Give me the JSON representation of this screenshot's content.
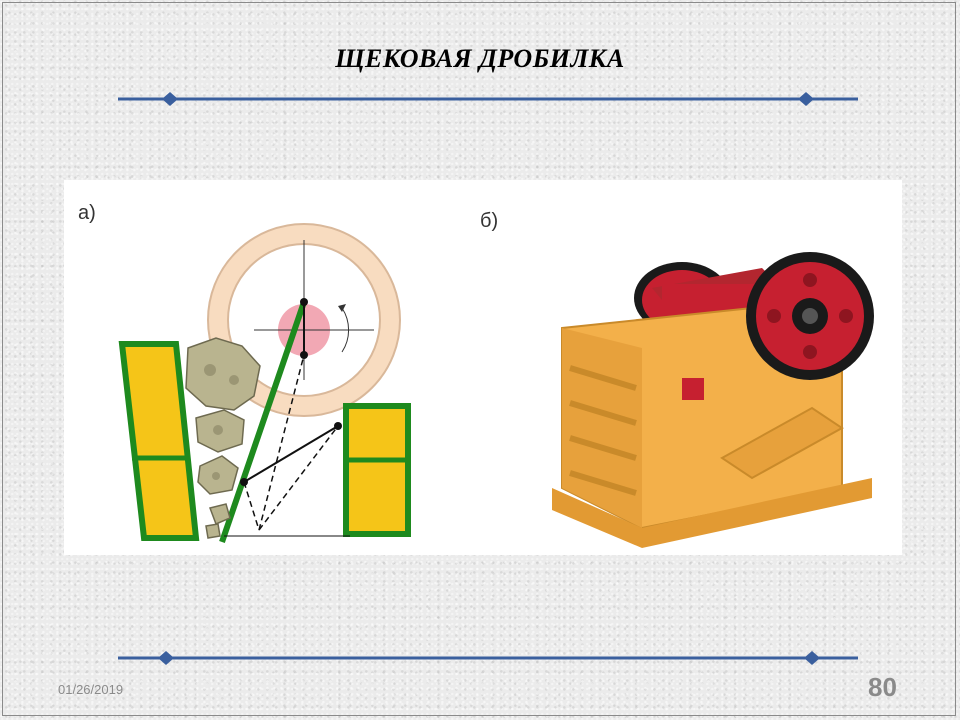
{
  "slide": {
    "title": "ЩЕКОВАЯ ДРОБИЛКА",
    "date": "01/26/2019",
    "page_number": "80"
  },
  "figure": {
    "label_a": "а)",
    "label_b": "б)"
  },
  "colors": {
    "accent_rule": "#3a5f9e",
    "frame_green": "#1e8a1e",
    "fill_yellow": "#f5c518",
    "wheel_beige": "#f8dcc0",
    "hub_pink": "#f2a8b4",
    "machine_orange": "#f3b04a",
    "flywheel_red": "#c62030"
  }
}
